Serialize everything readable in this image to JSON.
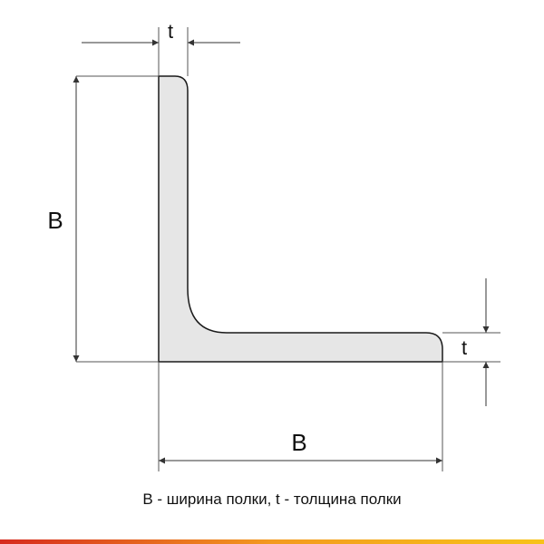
{
  "labels": {
    "thickness_top": "t",
    "height": "B",
    "thickness_right": "t",
    "width": "B"
  },
  "caption": "B - ширина полки, t - толщина полки",
  "colors": {
    "profile_fill": "#e6e6e6",
    "profile_stroke": "#1a1a1a",
    "dimension_line": "#333333",
    "extension_line": "#555555",
    "stripe_red": "#d62a1e",
    "stripe_orange": "#f39a1f",
    "stripe_yellow": "#f7c31a"
  }
}
